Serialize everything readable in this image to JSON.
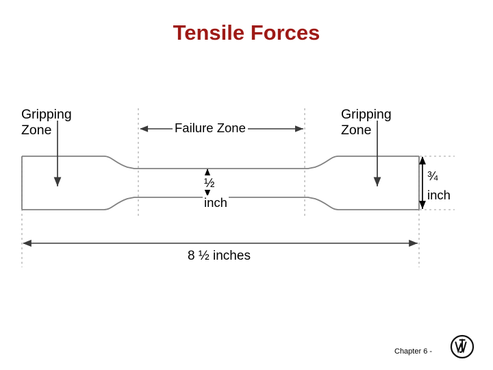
{
  "slide": {
    "title": "Tensile Forces",
    "title_color": "#9E1A16",
    "background_color": "#FFFFFF",
    "line_color": "#808080",
    "annotation_color": "#000000",
    "guide_color": "#BFBFBF"
  },
  "labels": {
    "gripping_zone_left": "Gripping\nZone",
    "gripping_zone_right": "Gripping\nZone",
    "failure_zone": "Failure Zone",
    "gauge_width_value": "½",
    "gauge_width_unit": "inch",
    "grip_width_value": "¾",
    "grip_width_unit": "inch",
    "overall_length": "8 ½ inches"
  },
  "dimensions": {
    "overall_length_text": "8 ½ inches",
    "overall_length_inches": 8.5,
    "grip_width_text": "¾ inch",
    "grip_width_inches": 0.75,
    "gauge_width_text": "½ inch",
    "gauge_width_inches": 0.5
  },
  "footer": {
    "chapter": "Chapter 6 -",
    "logo_name": "jw-monogram-logo"
  }
}
